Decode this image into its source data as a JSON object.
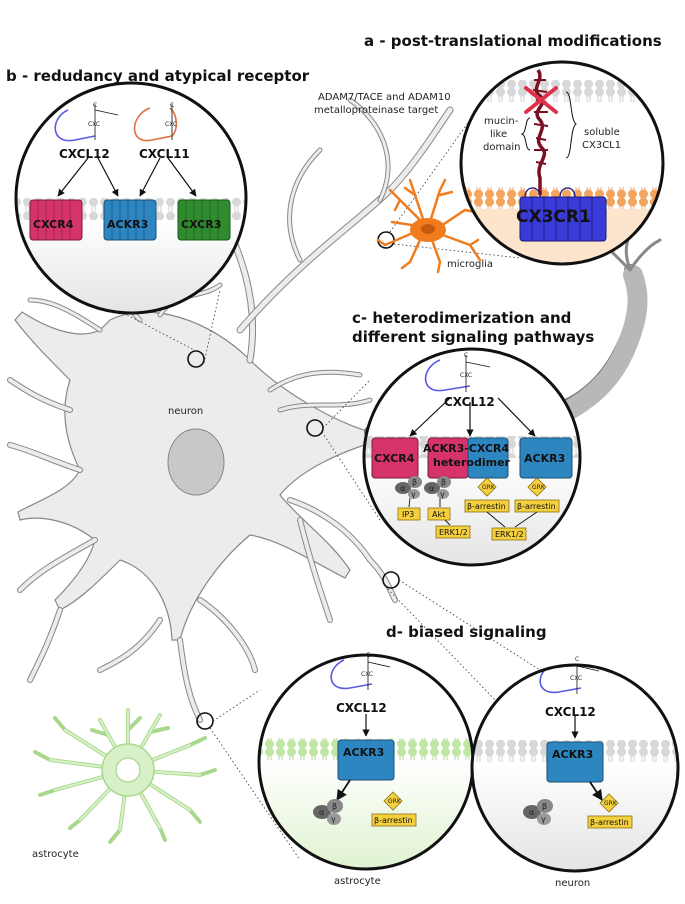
{
  "panels": {
    "a": {
      "title": "a - post-translational modifications",
      "protease_line1": "ADAM7/TACE and ADAM10",
      "protease_line2": "metalloproteinase target",
      "mucin_line1": "mucin-",
      "mucin_line2": "like",
      "mucin_line3": "domain",
      "soluble_line1": "soluble",
      "soluble_line2": "CX3CL1",
      "receptor": "CX3CR1",
      "cell": "microglia"
    },
    "b": {
      "title": "b - redudancy and atypical receptor",
      "chemokine1": "CXCL12",
      "chemokine2": "CXCL11",
      "receptor1": "CXCR4",
      "receptor2": "ACKR3",
      "receptor3": "CXCR3"
    },
    "c": {
      "title_line1": "c- heterodimerization and",
      "title_line2": "different signaling pathways",
      "chemokine": "CXCL12",
      "receptor1": "CXCR4",
      "heterodimer_line1": "ACKR3-CXCR4",
      "heterodimer_line2": "heterodimer",
      "receptor2": "ACKR3",
      "grk": "GRK",
      "barrestin": "β-arrestin",
      "ip3": "IP3",
      "akt": "Akt",
      "erk": "ERK1/2"
    },
    "d": {
      "title": "d- biased signaling",
      "chemokine": "CXCL12",
      "receptor": "ACKR3",
      "grk": "GRK",
      "barrestin": "β-arrestin",
      "cell_left": "astrocyte",
      "cell_right": "neuron"
    },
    "neuron_label": "neuron",
    "astrocyte_label": "astrocyte",
    "cxc": "CXC",
    "c_letter": "C",
    "alpha": "α",
    "beta": "β",
    "gamma": "γ"
  },
  "colors": {
    "cxcr4": "#d6336c",
    "ackr3": "#2e86c1",
    "cxcr3": "#2e8b2e",
    "cx3cr1": "#3a3ad6",
    "microglia": "#f07c1e",
    "astrocyte": "#d8f0c8",
    "neuron": "#ececec",
    "gold": "#f4d03f",
    "chemokine_blue": "#5a5ae0",
    "chemokine_orange": "#e07040"
  }
}
